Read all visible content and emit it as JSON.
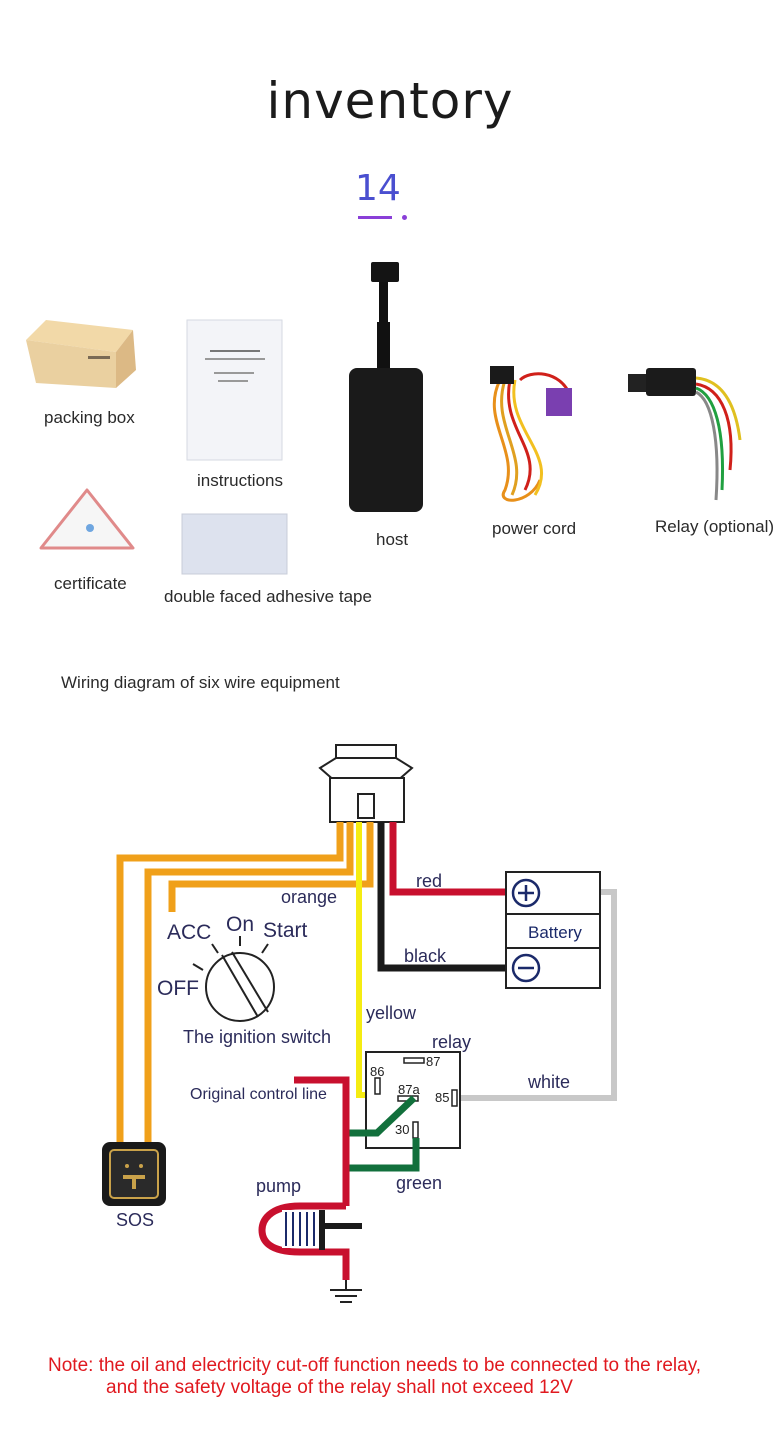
{
  "page": {
    "title": "inventory",
    "number": "14"
  },
  "items": {
    "packing_box": "packing box",
    "instructions": "instructions",
    "host": "host",
    "power_cord": "power cord",
    "relay": "Relay (optional)",
    "certificate": "certificate",
    "tape": "double faced adhesive tape"
  },
  "diagram": {
    "heading": "Wiring diagram of six wire equipment",
    "orange": "orange",
    "red": "red",
    "black": "black",
    "yellow": "yellow",
    "white": "white",
    "green": "green",
    "relay": "relay",
    "battery": "Battery",
    "acc": "ACC",
    "on": "On",
    "start": "Start",
    "off": "OFF",
    "ignition": "The ignition switch",
    "control_line": "Original control line",
    "pump": "pump",
    "sos": "SOS",
    "pin_86": "86",
    "pin_87": "87",
    "pin_87a": "87a",
    "pin_85": "85",
    "pin_30": "30"
  },
  "note": {
    "line1": "Note: the oil and electricity cut-off function needs to be connected to the relay,",
    "line2": "and the safety voltage of the relay shall not exceed 12V"
  },
  "colors": {
    "orange_wire": "#f0a01a",
    "red_wire": "#c8102e",
    "black_wire": "#1a1a1a",
    "yellow_wire": "#f5ec12",
    "white_wire": "#c8c8c8",
    "green_wire": "#12703c",
    "note_red": "#e0191f"
  }
}
